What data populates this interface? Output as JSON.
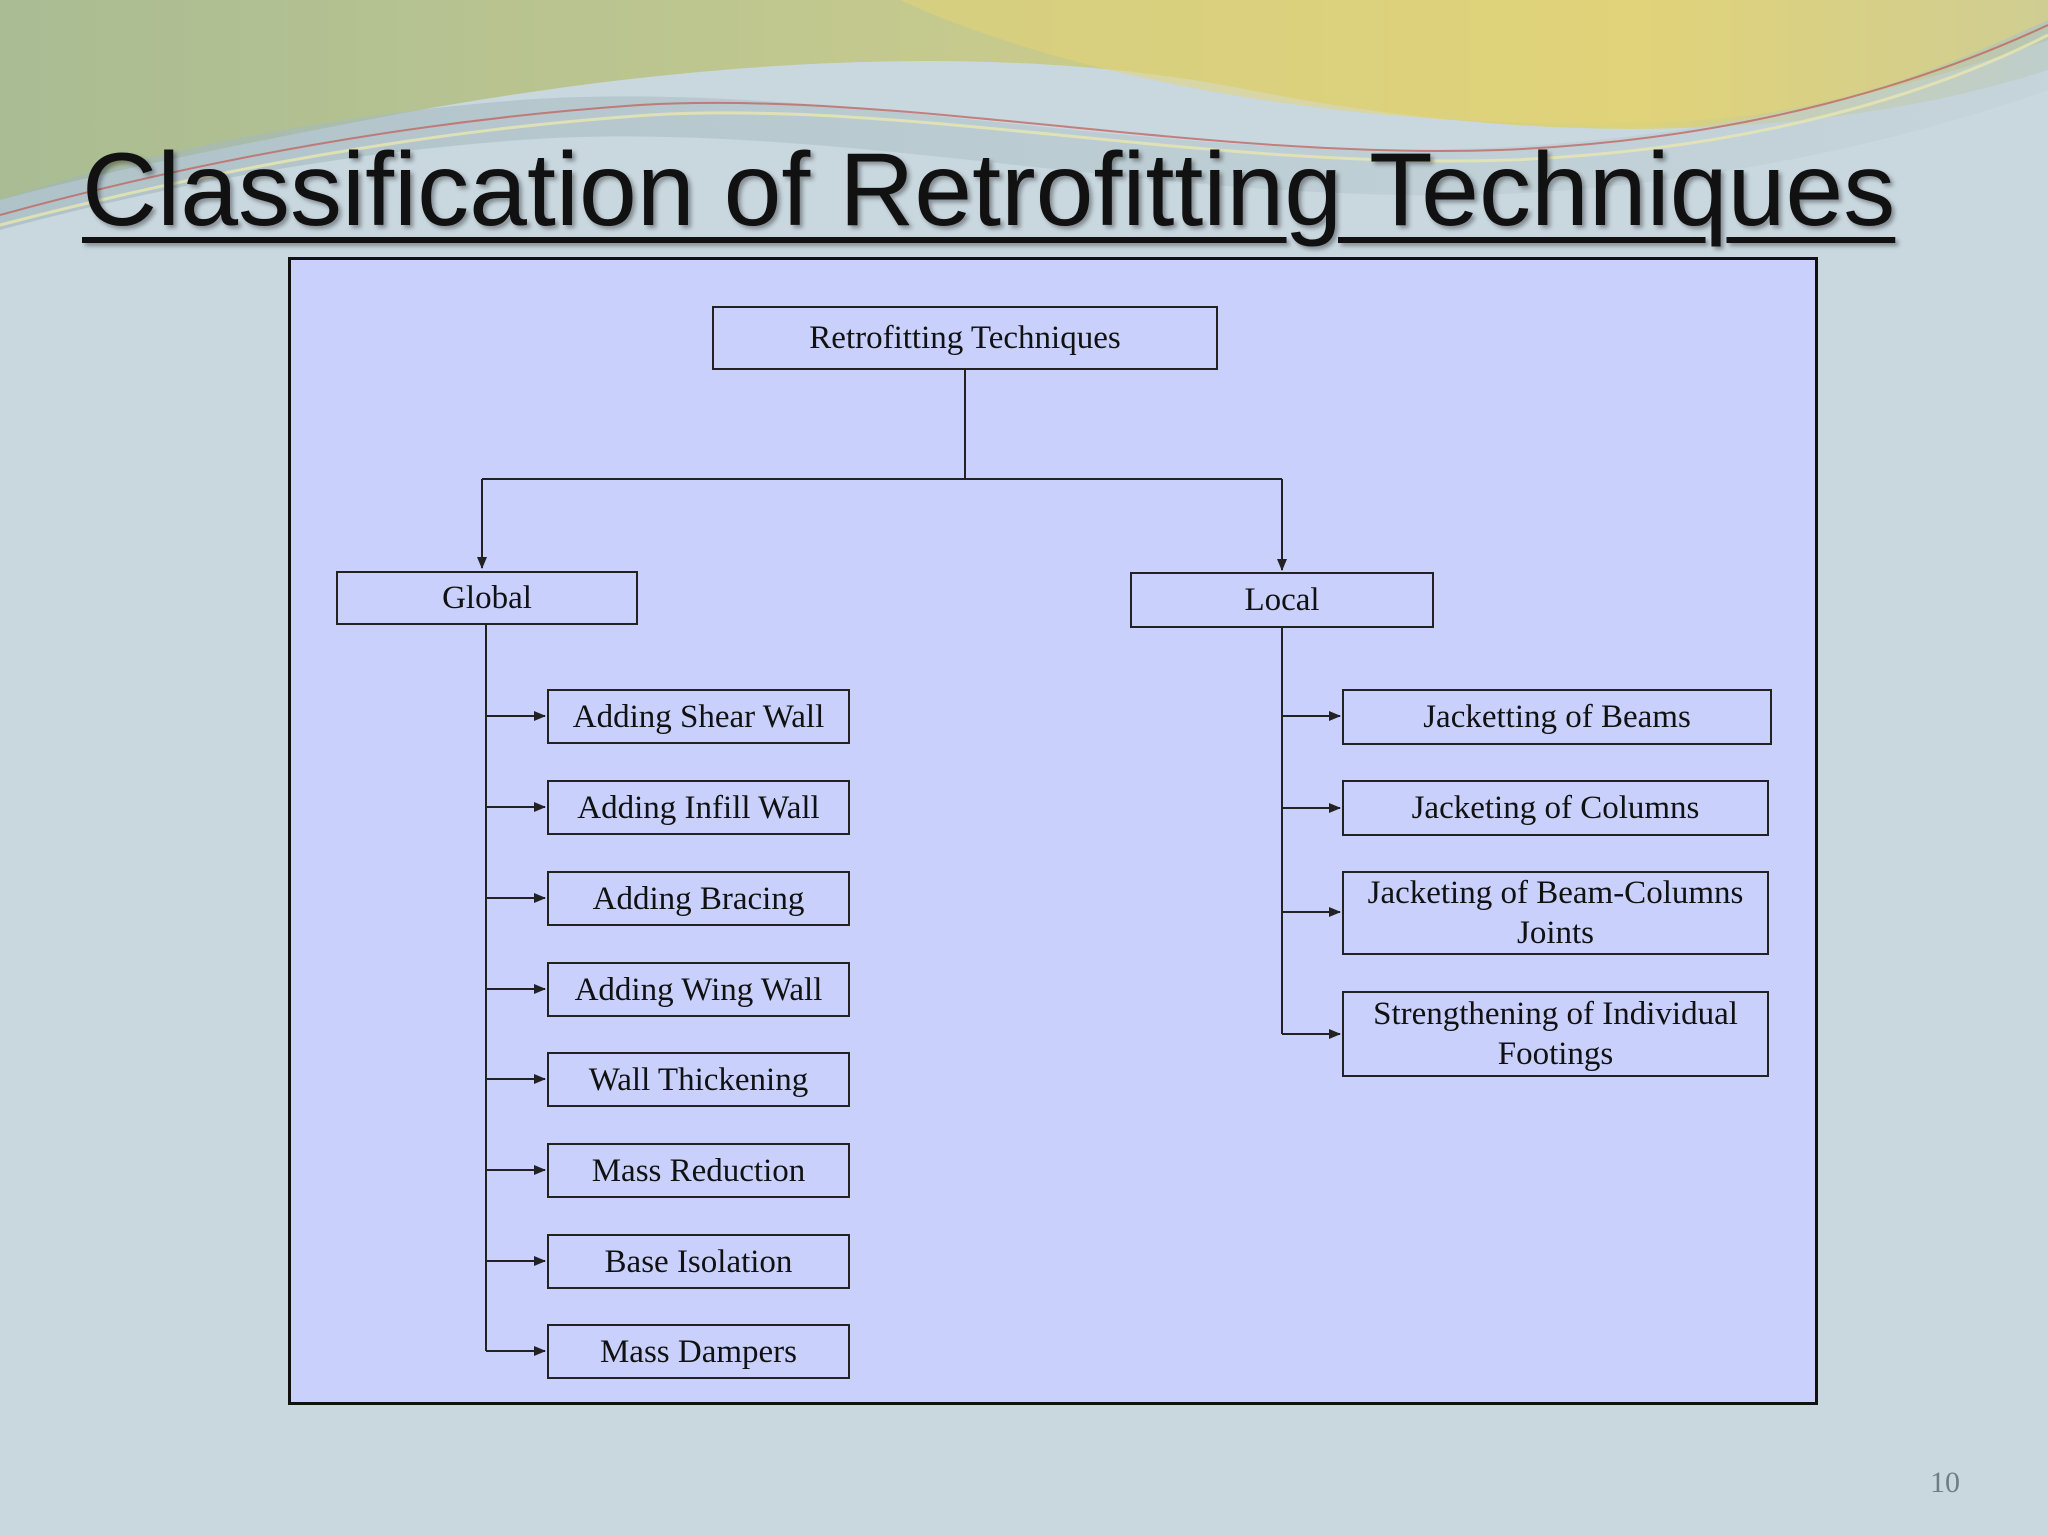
{
  "slide": {
    "title": "Classification of Retrofitting Techniques",
    "page_number": "10"
  },
  "diagram": {
    "root": "Retrofitting Techniques",
    "global": {
      "label": "Global",
      "items": [
        "Adding Shear Wall",
        "Adding Infill Wall",
        "Adding Bracing",
        "Adding Wing Wall",
        "Wall Thickening",
        "Mass Reduction",
        "Base Isolation",
        "Mass Dampers"
      ]
    },
    "local": {
      "label": "Local",
      "items": [
        "Jacketting of Beams",
        "Jacketing of Columns",
        "Jacketing of Beam-Columns Joints",
        "Strengthening of Individual Footings"
      ]
    }
  },
  "colors": {
    "background": "#c9d7df",
    "panel_fill": "#c8d0fb",
    "line": "#222222"
  }
}
